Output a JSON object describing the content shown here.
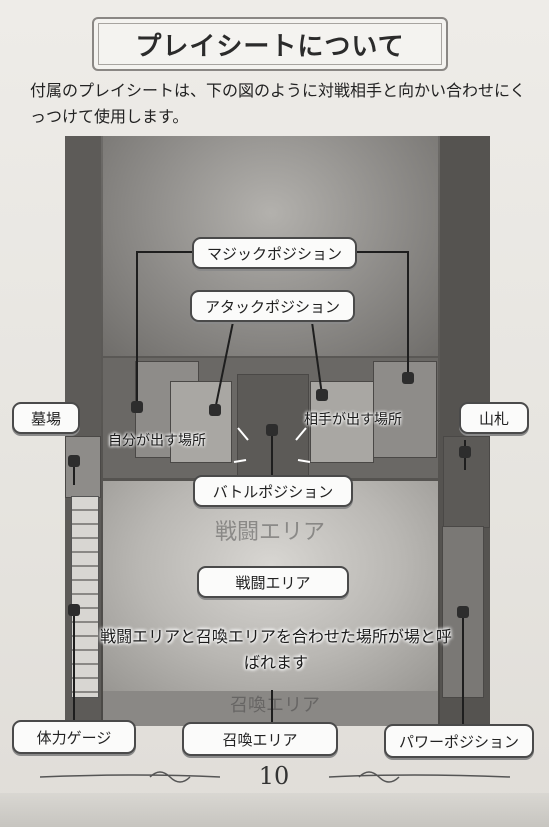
{
  "title": "プレイシートについて",
  "intro": "付属のプレイシートは、下の図のように対戦相手と向かい合わせにくっつけて使用します。",
  "labels": {
    "magic_position": "マジックポジション",
    "attack_position": "アタックポジション",
    "graveyard": "墓場",
    "deck": "山札",
    "own_place": "自分が出す場所",
    "opponent_place": "相手が出す場所",
    "battle_position": "バトルポジション",
    "battle_area": "戦闘エリア",
    "field_description": "戦闘エリアと召喚エリアを合わせた場所が場と呼ばれます",
    "health_gauge": "体力ゲージ",
    "summon_area": "召喚エリア",
    "power_position": "パワーポジション"
  },
  "board_text": {
    "battle_area_printed": "戦闘エリア",
    "summon_area_printed": "召喚エリア"
  },
  "page_number": "10"
}
